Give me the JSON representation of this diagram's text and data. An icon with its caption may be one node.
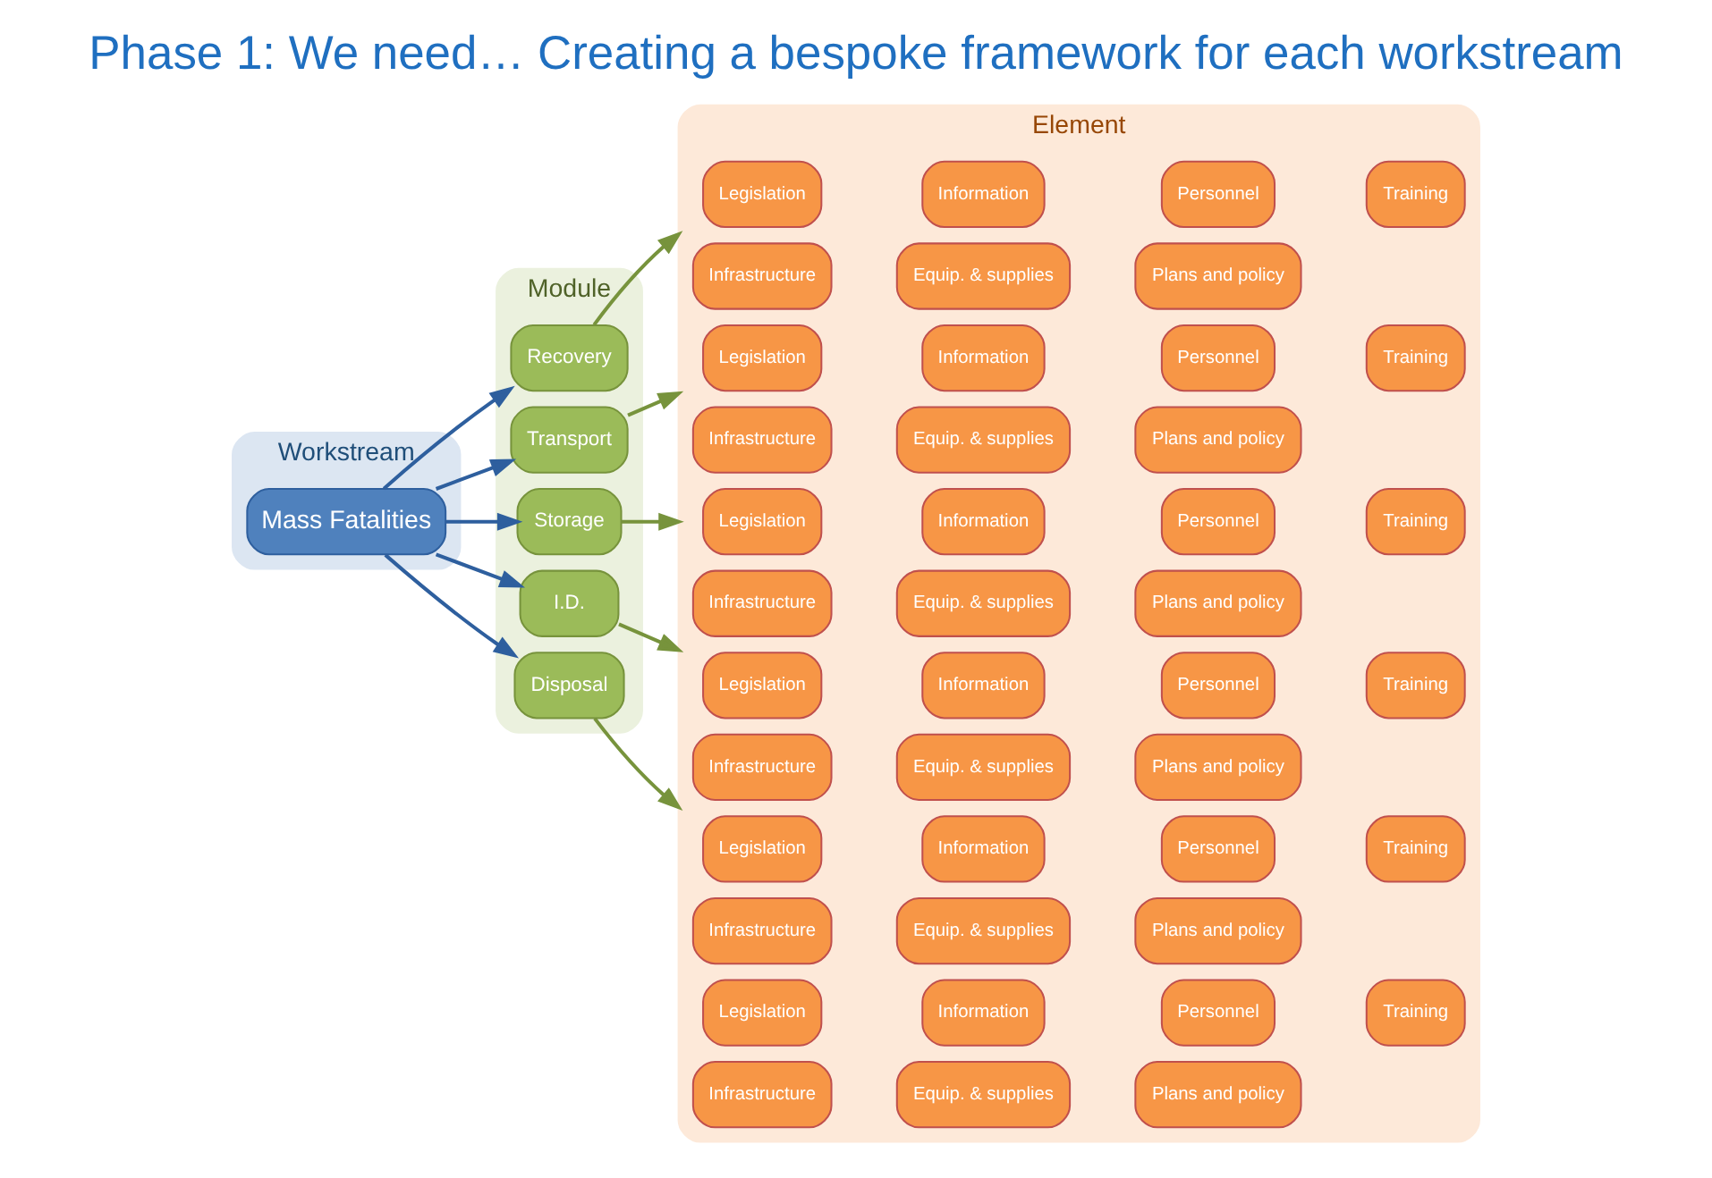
{
  "diagram": {
    "title": "Phase 1: We need… Creating a bespoke framework for each workstream",
    "nodes": [
      {
        "text": [
          "Workstream"
        ]
      },
      {
        "text": [
          "Mass Fatalities"
        ],
        "in": 0
      },
      {
        "text": [
          "Module"
        ]
      },
      {
        "text": [
          "Recovery"
        ],
        "in": 2
      },
      {
        "text": [
          "Transport"
        ],
        "in": 2
      },
      {
        "text": [
          "Storage"
        ],
        "in": 2
      },
      {
        "text": [
          "I.D."
        ],
        "in": 2
      },
      {
        "text": [
          "Disposal"
        ],
        "in": 2
      },
      {
        "text": [
          "Element"
        ]
      },
      {
        "text": [
          "Legislation"
        ],
        "in": 8
      },
      {
        "text": [
          "Information"
        ],
        "in": 8
      },
      {
        "text": [
          "Personnel"
        ],
        "in": 8
      },
      {
        "text": [
          "Training"
        ],
        "in": 8
      },
      {
        "text": [
          "Infrastructure"
        ],
        "in": 8
      },
      {
        "text": [
          "Equip. & supplies"
        ],
        "in": 8
      },
      {
        "text": [
          "Plans and policy"
        ],
        "in": 8
      },
      {
        "text": [
          "Legislation"
        ],
        "in": 8
      },
      {
        "text": [
          "Information"
        ],
        "in": 8
      },
      {
        "text": [
          "Personnel"
        ],
        "in": 8
      },
      {
        "text": [
          "Training"
        ],
        "in": 8
      },
      {
        "text": [
          "Infrastructure"
        ],
        "in": 8
      },
      {
        "text": [
          "Equip. & supplies"
        ],
        "in": 8
      },
      {
        "text": [
          "Plans and policy"
        ],
        "in": 8
      },
      {
        "text": [
          "Legislation"
        ],
        "in": 8
      },
      {
        "text": [
          "Information"
        ],
        "in": 8
      },
      {
        "text": [
          "Personnel"
        ],
        "in": 8
      },
      {
        "text": [
          "Training"
        ],
        "in": 8
      },
      {
        "text": [
          "Infrastructure"
        ],
        "in": 8
      },
      {
        "text": [
          "Equip. & supplies"
        ],
        "in": 8
      },
      {
        "text": [
          "Plans and policy"
        ],
        "in": 8
      },
      {
        "text": [
          "Legislation"
        ],
        "in": 8
      },
      {
        "text": [
          "Information"
        ],
        "in": 8
      },
      {
        "text": [
          "Personnel"
        ],
        "in": 8
      },
      {
        "text": [
          "Training"
        ],
        "in": 8
      },
      {
        "text": [
          "Infrastructure"
        ],
        "in": 8
      },
      {
        "text": [
          "Equip. & supplies"
        ],
        "in": 8
      },
      {
        "text": [
          "Plans and policy"
        ],
        "in": 8
      },
      {
        "text": [
          "Legislation"
        ],
        "in": 8
      },
      {
        "text": [
          "Information"
        ],
        "in": 8
      },
      {
        "text": [
          "Personnel"
        ],
        "in": 8
      },
      {
        "text": [
          "Training"
        ],
        "in": 8
      },
      {
        "text": [
          "Infrastructure"
        ],
        "in": 8
      },
      {
        "text": [
          "Equip. & supplies"
        ],
        "in": 8
      },
      {
        "text": [
          "Plans and policy"
        ],
        "in": 8
      },
      {
        "text": [
          "Legislation"
        ],
        "in": 8
      },
      {
        "text": [
          "Information"
        ],
        "in": 8
      },
      {
        "text": [
          "Personnel"
        ],
        "in": 8
      },
      {
        "text": [
          "Training"
        ],
        "in": 8
      },
      {
        "text": [
          "Infrastructure"
        ],
        "in": 8
      },
      {
        "text": [
          "Equip. & supplies"
        ],
        "in": 8
      },
      {
        "text": [
          "Plans and policy"
        ],
        "in": 8
      }
    ],
    "edges": [
      {
        "from": 1,
        "to": 3,
        "arrow": "to",
        "color": "#2e5f9e"
      },
      {
        "from": 1,
        "to": 4,
        "arrow": "to",
        "color": "#2e5f9e"
      },
      {
        "from": 1,
        "to": 5,
        "arrow": "to",
        "color": "#2e5f9e"
      },
      {
        "from": 1,
        "to": 6,
        "arrow": "to",
        "color": "#2e5f9e"
      },
      {
        "from": 1,
        "to": 7,
        "arrow": "to",
        "color": "#2e5f9e"
      },
      {
        "from": 3,
        "to": 8,
        "arrow": "to",
        "color": "#77933c"
      },
      {
        "from": 4,
        "to": 8,
        "arrow": "to",
        "color": "#77933c"
      },
      {
        "from": 5,
        "to": 8,
        "arrow": "to",
        "color": "#77933c"
      },
      {
        "from": 6,
        "to": 8,
        "arrow": "to",
        "color": "#77933c"
      },
      {
        "from": 7,
        "to": 8,
        "arrow": "to",
        "color": "#77933c"
      }
    ]
  }
}
